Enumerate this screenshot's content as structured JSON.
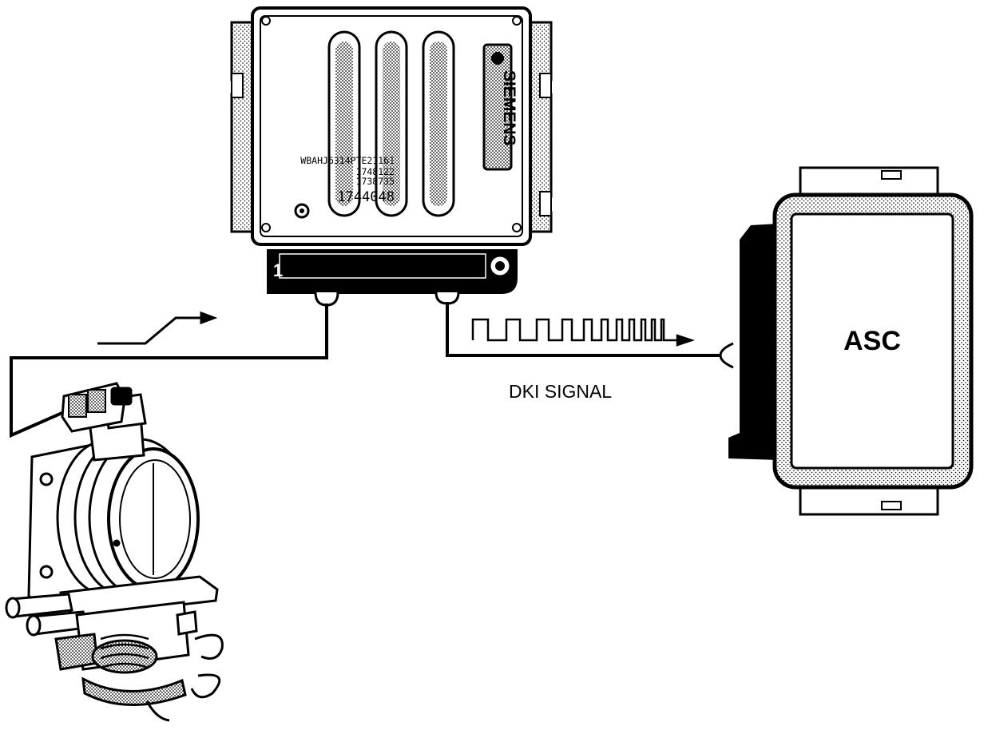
{
  "ecu": {
    "brand": "SIEMENS",
    "codes": [
      "WBAHJ6314PTE21161",
      "1748122",
      "1738735"
    ],
    "part_number": "1744048",
    "connector_pin": "1"
  },
  "asc_module": {
    "label": "ASC"
  },
  "signal": {
    "label": "DKI SIGNAL"
  },
  "colors": {
    "ink": "#000000",
    "paper": "#ffffff",
    "shade": "#b9b9b9"
  }
}
